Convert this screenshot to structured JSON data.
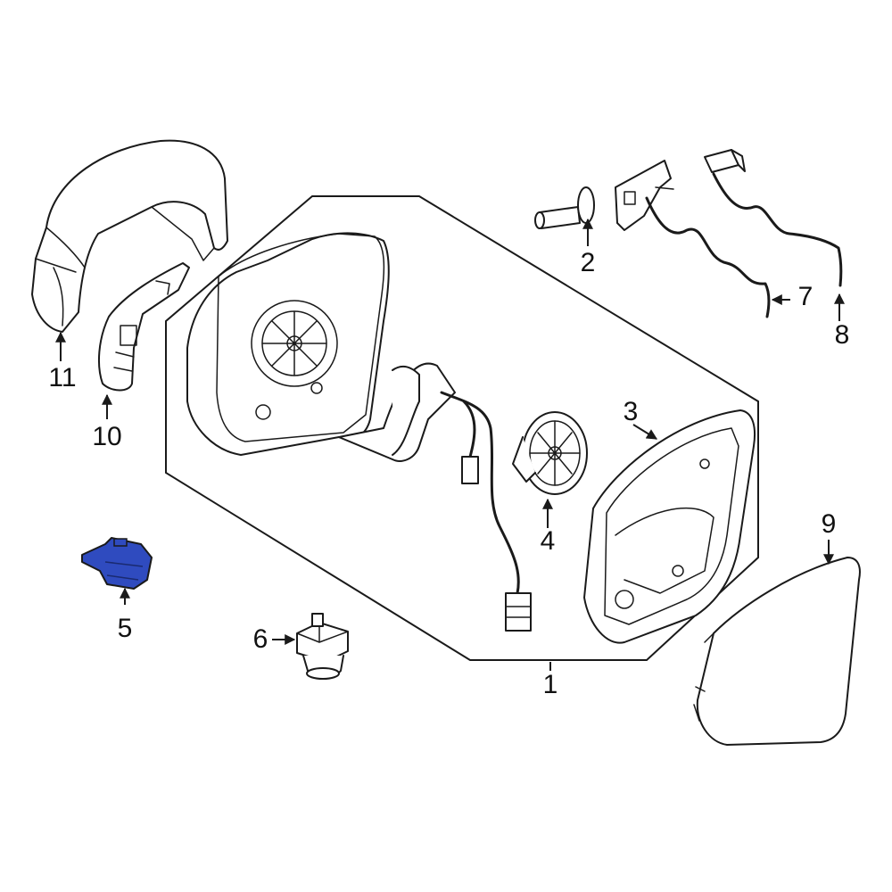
{
  "diagram": {
    "highlight_color": "#2f4bbf",
    "line_color": "#1a1a1a",
    "callouts": [
      {
        "id": "1",
        "label": "1"
      },
      {
        "id": "2",
        "label": "2"
      },
      {
        "id": "3",
        "label": "3"
      },
      {
        "id": "4",
        "label": "4"
      },
      {
        "id": "5",
        "label": "5"
      },
      {
        "id": "6",
        "label": "6"
      },
      {
        "id": "7",
        "label": "7"
      },
      {
        "id": "8",
        "label": "8"
      },
      {
        "id": "9",
        "label": "9"
      },
      {
        "id": "10",
        "label": "10"
      },
      {
        "id": "11",
        "label": "11"
      }
    ],
    "highlighted_part": "5"
  }
}
